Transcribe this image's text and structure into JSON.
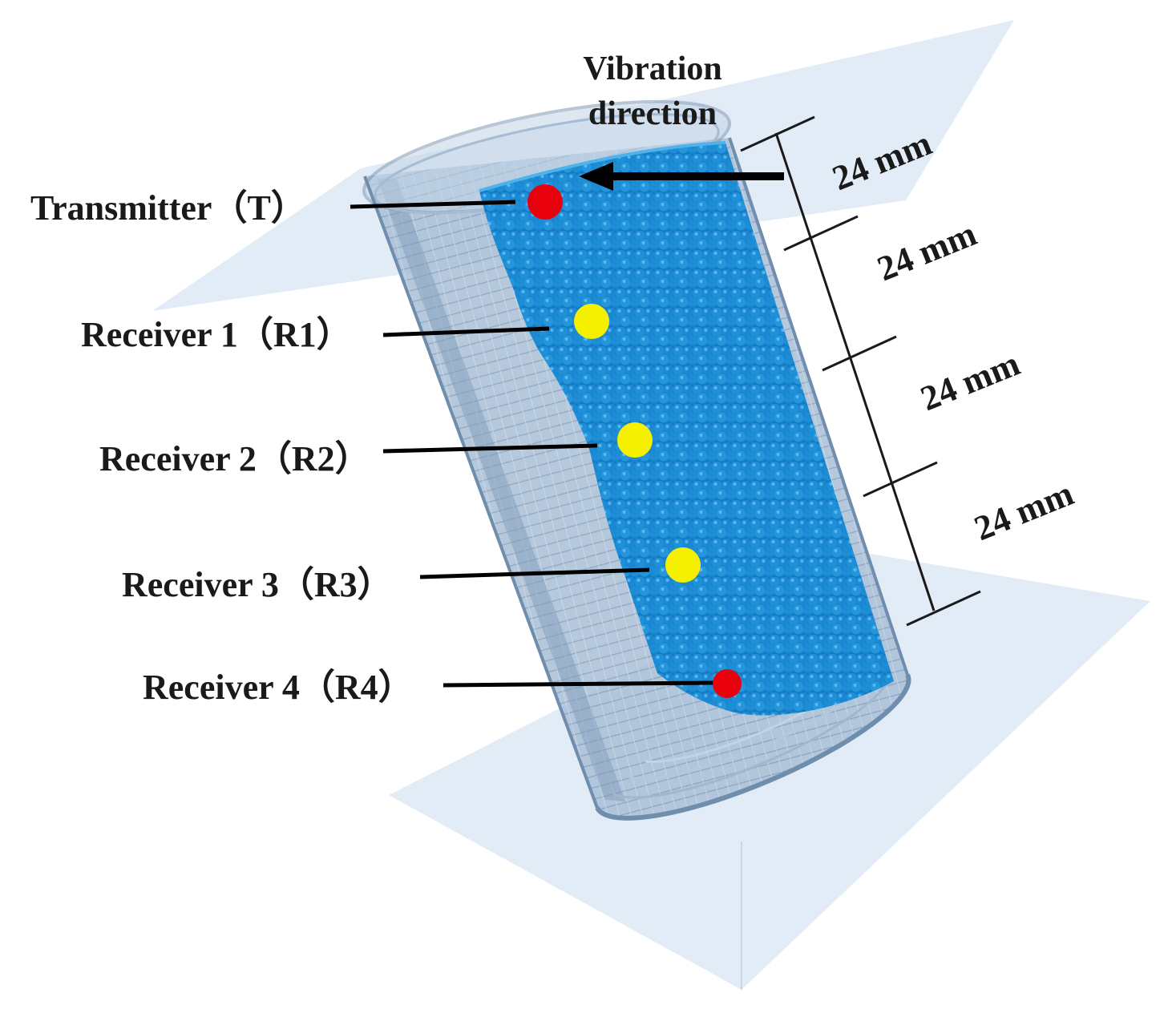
{
  "vibration": {
    "line1": "Vibration",
    "line2": "direction"
  },
  "labels": {
    "transmitter": "Transmitter（T）",
    "receiver1": "Receiver 1（R1）",
    "receiver2": "Receiver 2（R2）",
    "receiver3": "Receiver 3（R3）",
    "receiver4": "Receiver 4（R4）"
  },
  "dimensions": [
    "24 mm",
    "24 mm",
    "24 mm",
    "24 mm"
  ],
  "colors": {
    "particles": "#1e8fd6",
    "transmitter_marker": "#e8000d",
    "receiver_marker": "#f5f000",
    "receiver4_marker": "#e8000d",
    "container": "#8fb1cf",
    "plane": "#dbe9f6"
  }
}
